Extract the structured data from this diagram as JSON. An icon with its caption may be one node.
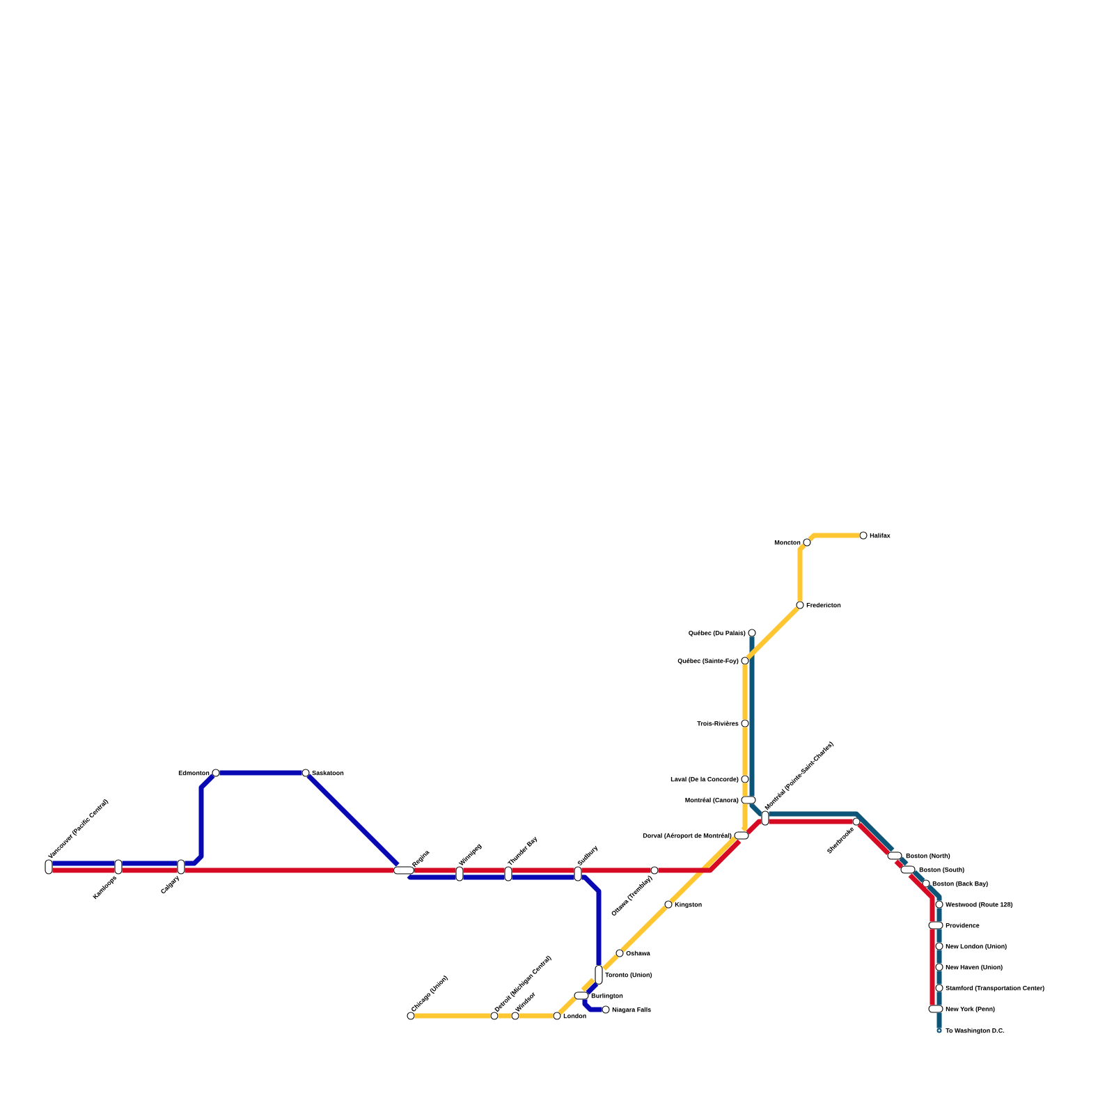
{
  "diagram": {
    "nodes": [
      {
        "text": [
          "Vancouver (Pacific Central)"
        ]
      },
      {
        "text": [
          "Kamloops"
        ]
      },
      {
        "text": [
          "Calgary"
        ]
      },
      {
        "text": [
          "Edmonton"
        ]
      },
      {
        "text": [
          "Saskatoon"
        ]
      },
      {
        "text": [
          "Regina"
        ]
      },
      {
        "text": [
          "Winnipeg"
        ]
      },
      {
        "text": [
          "Thunder Bay"
        ]
      },
      {
        "text": [
          "Sudbury"
        ]
      },
      {
        "text": [
          "Ottawa (Tremblay)"
        ]
      },
      {
        "text": [
          "Chicago (Union)"
        ]
      },
      {
        "text": [
          "Detroit (Michigan Central)"
        ]
      },
      {
        "text": [
          "Windsor"
        ]
      },
      {
        "text": [
          "London"
        ]
      },
      {
        "text": [
          "Burlington"
        ]
      },
      {
        "text": [
          "Niagara Falls"
        ]
      },
      {
        "text": [
          "Toronto (Union)"
        ]
      },
      {
        "text": [
          "Oshawa"
        ]
      },
      {
        "text": [
          "Kingston"
        ]
      },
      {
        "text": [
          "Dorval (Aéroport de Montréal)"
        ]
      },
      {
        "text": [
          "Montréal (Canora)"
        ]
      },
      {
        "text": [
          "Laval (De la Concorde)"
        ]
      },
      {
        "text": [
          "Trois-Rivières"
        ]
      },
      {
        "text": [
          "Québec (Sainte-Foy)"
        ]
      },
      {
        "text": [
          "Québec (Du Palais)"
        ]
      },
      {
        "text": [
          "Fredericton"
        ]
      },
      {
        "text": [
          "Moncton"
        ]
      },
      {
        "text": [
          "Halifax"
        ]
      },
      {
        "text": [
          "Montréal (Pointe-Saint-Charles)"
        ]
      },
      {
        "text": [
          "Sherbrooke"
        ]
      },
      {
        "text": [
          "Boston (North)"
        ]
      },
      {
        "text": [
          "Boston (South)"
        ]
      },
      {
        "text": [
          "Boston (Back Bay)"
        ]
      },
      {
        "text": [
          "Westwood (Route 128)"
        ]
      },
      {
        "text": [
          "Providence"
        ]
      },
      {
        "text": [
          "New London (Union)"
        ]
      },
      {
        "text": [
          "New Haven (Union)"
        ]
      },
      {
        "text": [
          "Stamford (Transportation Center)"
        ]
      },
      {
        "text": [
          "New York (Penn)"
        ]
      },
      {
        "text": [
          "To Washington D.C."
        ]
      }
    ],
    "edges": [
      {
        "from": 0,
        "to": 1,
        "arrow": "none",
        "color": "#0909b4"
      },
      {
        "from": 1,
        "to": 2,
        "arrow": "none",
        "color": "#0909b4"
      },
      {
        "from": 2,
        "to": 3,
        "arrow": "none",
        "color": "#0909b4"
      },
      {
        "from": 3,
        "to": 4,
        "arrow": "none",
        "color": "#0909b4"
      },
      {
        "from": 4,
        "to": 5,
        "arrow": "none",
        "color": "#0909b4"
      },
      {
        "from": 5,
        "to": 6,
        "arrow": "none",
        "color": "#0909b4"
      },
      {
        "from": 6,
        "to": 7,
        "arrow": "none",
        "color": "#0909b4"
      },
      {
        "from": 7,
        "to": 8,
        "arrow": "none",
        "color": "#0909b4"
      },
      {
        "from": 8,
        "to": 16,
        "arrow": "none",
        "color": "#0909b4"
      },
      {
        "from": 16,
        "to": 14,
        "arrow": "none",
        "color": "#0909b4"
      },
      {
        "from": 14,
        "to": 15,
        "arrow": "none",
        "color": "#0909b4"
      },
      {
        "from": 0,
        "to": 1,
        "arrow": "none",
        "color": "#d70a24"
      },
      {
        "from": 1,
        "to": 2,
        "arrow": "none",
        "color": "#d70a24"
      },
      {
        "from": 2,
        "to": 5,
        "arrow": "none",
        "color": "#d70a24"
      },
      {
        "from": 5,
        "to": 6,
        "arrow": "none",
        "color": "#d70a24"
      },
      {
        "from": 6,
        "to": 7,
        "arrow": "none",
        "color": "#d70a24"
      },
      {
        "from": 7,
        "to": 8,
        "arrow": "none",
        "color": "#d70a24"
      },
      {
        "from": 8,
        "to": 9,
        "arrow": "none",
        "color": "#d70a24"
      },
      {
        "from": 9,
        "to": 19,
        "arrow": "none",
        "color": "#d70a24"
      },
      {
        "from": 19,
        "to": 28,
        "arrow": "none",
        "color": "#d70a24"
      },
      {
        "from": 28,
        "to": 29,
        "arrow": "none",
        "color": "#d70a24"
      },
      {
        "from": 29,
        "to": 30,
        "arrow": "none",
        "color": "#d70a24"
      },
      {
        "from": 30,
        "to": 31,
        "arrow": "none",
        "color": "#d70a24"
      },
      {
        "from": 31,
        "to": 34,
        "arrow": "none",
        "color": "#d70a24"
      },
      {
        "from": 34,
        "to": 38,
        "arrow": "none",
        "color": "#d70a24"
      },
      {
        "from": 10,
        "to": 11,
        "arrow": "none",
        "color": "#fec630"
      },
      {
        "from": 11,
        "to": 12,
        "arrow": "none",
        "color": "#fec630"
      },
      {
        "from": 12,
        "to": 13,
        "arrow": "none",
        "color": "#fec630"
      },
      {
        "from": 13,
        "to": 14,
        "arrow": "none",
        "color": "#fec630"
      },
      {
        "from": 14,
        "to": 16,
        "arrow": "none",
        "color": "#fec630"
      },
      {
        "from": 16,
        "to": 17,
        "arrow": "none",
        "color": "#fec630"
      },
      {
        "from": 17,
        "to": 18,
        "arrow": "none",
        "color": "#fec630"
      },
      {
        "from": 18,
        "to": 19,
        "arrow": "none",
        "color": "#fec630"
      },
      {
        "from": 19,
        "to": 20,
        "arrow": "none",
        "color": "#fec630"
      },
      {
        "from": 20,
        "to": 21,
        "arrow": "none",
        "color": "#fec630"
      },
      {
        "from": 21,
        "to": 22,
        "arrow": "none",
        "color": "#fec630"
      },
      {
        "from": 22,
        "to": 23,
        "arrow": "none",
        "color": "#fec630"
      },
      {
        "from": 23,
        "to": 25,
        "arrow": "none",
        "color": "#fec630"
      },
      {
        "from": 25,
        "to": 26,
        "arrow": "none",
        "color": "#fec630"
      },
      {
        "from": 26,
        "to": 27,
        "arrow": "none",
        "color": "#fec630"
      },
      {
        "from": 24,
        "to": 20,
        "arrow": "none",
        "color": "#0c5478"
      },
      {
        "from": 20,
        "to": 28,
        "arrow": "none",
        "color": "#0c5478"
      },
      {
        "from": 28,
        "to": 30,
        "arrow": "none",
        "color": "#0c5478"
      },
      {
        "from": 30,
        "to": 31,
        "arrow": "none",
        "color": "#0c5478"
      },
      {
        "from": 31,
        "to": 32,
        "arrow": "none",
        "color": "#0c5478"
      },
      {
        "from": 32,
        "to": 33,
        "arrow": "none",
        "color": "#0c5478"
      },
      {
        "from": 33,
        "to": 34,
        "arrow": "none",
        "color": "#0c5478"
      },
      {
        "from": 34,
        "to": 35,
        "arrow": "none",
        "color": "#0c5478"
      },
      {
        "from": 35,
        "to": 36,
        "arrow": "none",
        "color": "#0c5478"
      },
      {
        "from": 36,
        "to": 37,
        "arrow": "none",
        "color": "#0c5478"
      },
      {
        "from": 37,
        "to": 38,
        "arrow": "none",
        "color": "#0c5478"
      },
      {
        "from": 38,
        "to": 39,
        "arrow": "none",
        "color": "#0c5478"
      }
    ]
  }
}
